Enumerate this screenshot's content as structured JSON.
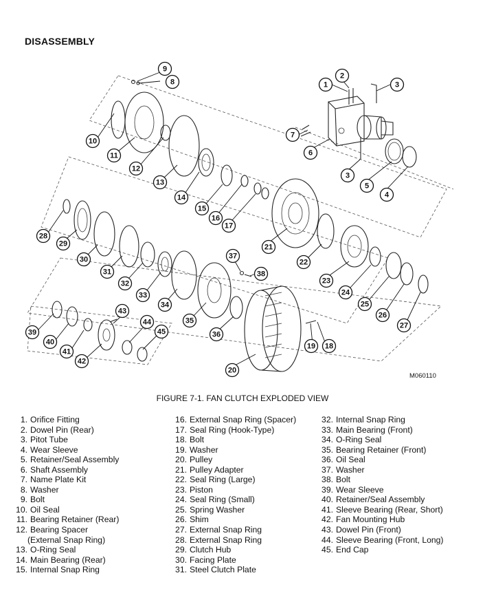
{
  "heading": "DISASSEMBLY",
  "figure_code": "M060110",
  "caption": "FIGURE 7-1. FAN CLUTCH EXPLODED VIEW",
  "callout_numbers": [
    "1",
    "2",
    "3",
    "3",
    "4",
    "5",
    "6",
    "7",
    "8",
    "9",
    "10",
    "11",
    "12",
    "13",
    "14",
    "15",
    "16",
    "17",
    "18",
    "19",
    "20",
    "21",
    "22",
    "23",
    "24",
    "25",
    "26",
    "27",
    "28",
    "29",
    "30",
    "31",
    "32",
    "33",
    "34",
    "35",
    "36",
    "37",
    "38",
    "39",
    "40",
    "41",
    "42",
    "43",
    "44",
    "45"
  ],
  "legend": {
    "col1": [
      {
        "n": "1.",
        "t": "Orifice Fitting"
      },
      {
        "n": "2.",
        "t": "Dowel Pin (Rear)"
      },
      {
        "n": "3.",
        "t": "Pitot Tube"
      },
      {
        "n": "4.",
        "t": "Wear Sleeve"
      },
      {
        "n": "5.",
        "t": "Retainer/Seal Assembly"
      },
      {
        "n": "6.",
        "t": "Shaft Assembly"
      },
      {
        "n": "7.",
        "t": "Name Plate Kit"
      },
      {
        "n": "8.",
        "t": "Washer"
      },
      {
        "n": "9.",
        "t": "Bolt"
      },
      {
        "n": "10.",
        "t": "Oil Seal"
      },
      {
        "n": "11.",
        "t": "Bearing Retainer (Rear)"
      },
      {
        "n": "12.",
        "t": "Bearing Spacer"
      },
      {
        "n": "",
        "t": "(External Snap Ring)"
      },
      {
        "n": "13.",
        "t": "O-Ring Seal"
      },
      {
        "n": "14.",
        "t": "Main Bearing (Rear)"
      },
      {
        "n": "15.",
        "t": "Internal Snap Ring"
      }
    ],
    "col2": [
      {
        "n": "16.",
        "t": "External Snap Ring (Spacer)"
      },
      {
        "n": "17.",
        "t": "Seal Ring (Hook-Type)"
      },
      {
        "n": "18.",
        "t": "Bolt"
      },
      {
        "n": "19.",
        "t": "Washer"
      },
      {
        "n": "20.",
        "t": "Pulley"
      },
      {
        "n": "21.",
        "t": "Pulley Adapter"
      },
      {
        "n": "22.",
        "t": "Seal Ring (Large)"
      },
      {
        "n": "23.",
        "t": "Piston"
      },
      {
        "n": "24.",
        "t": "Seal Ring (Small)"
      },
      {
        "n": "25.",
        "t": "Spring Washer"
      },
      {
        "n": "26.",
        "t": "Shim"
      },
      {
        "n": "27.",
        "t": "External Snap Ring"
      },
      {
        "n": "28.",
        "t": "External Snap Ring"
      },
      {
        "n": "29.",
        "t": "Clutch Hub"
      },
      {
        "n": "30.",
        "t": "Facing Plate"
      },
      {
        "n": "31.",
        "t": "Steel Clutch Plate"
      }
    ],
    "col3": [
      {
        "n": "32.",
        "t": "Internal Snap Ring"
      },
      {
        "n": "33.",
        "t": "Main Bearing (Front)"
      },
      {
        "n": "34.",
        "t": "O-Ring Seal"
      },
      {
        "n": "35.",
        "t": "Bearing Retainer (Front)"
      },
      {
        "n": "36.",
        "t": "Oil Seal"
      },
      {
        "n": "37.",
        "t": "Washer"
      },
      {
        "n": "38.",
        "t": "Bolt"
      },
      {
        "n": "39.",
        "t": "Wear Sleeve"
      },
      {
        "n": "40.",
        "t": "Retainer/Seal Assembly"
      },
      {
        "n": "41.",
        "t": "Sleeve Bearing (Rear, Short)"
      },
      {
        "n": "42.",
        "t": "Fan Mounting Hub"
      },
      {
        "n": "43.",
        "t": "Dowel Pin (Front)"
      },
      {
        "n": "44.",
        "t": "Sleeve Bearing (Front, Long)"
      },
      {
        "n": "45.",
        "t": "End Cap"
      }
    ]
  }
}
